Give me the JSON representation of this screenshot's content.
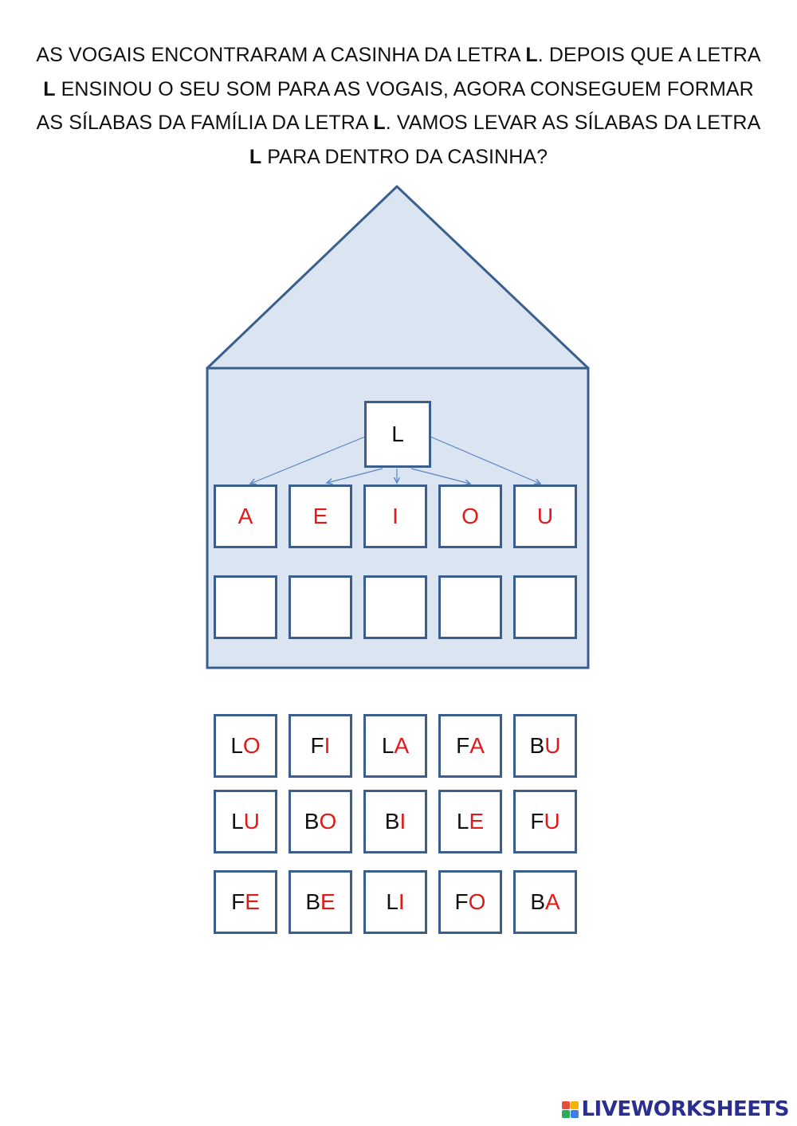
{
  "instructions": {
    "p1": "AS VOGAIS ENCONTRARAM A CASINHA DA LETRA ",
    "b1": "L",
    "p2": ". DEPOIS QUE A LETRA ",
    "b2": "L",
    "p3": " ENSINOU O SEU SOM PARA AS VOGAIS, AGORA CONSEGUEM FORMAR AS SÍLABAS DA FAMÍLIA DA LETRA ",
    "b3": "L",
    "p4": ". VAMOS LEVAR AS SÍLABAS DA LETRA ",
    "b4": "L",
    "p5": "  PARA DENTRO DA CASINHA?"
  },
  "colors": {
    "house_fill": "#dbe5f1",
    "house_stroke": "#3a5f8f",
    "arrow": "#5b86c5",
    "vowel": "#e01919",
    "consonant": "#111111",
    "brand": "#2a2f8f"
  },
  "house": {
    "letter": "L",
    "vowels": [
      "A",
      "E",
      "I",
      "O",
      "U"
    ],
    "answer_slots": [
      "",
      "",
      "",
      "",
      ""
    ]
  },
  "tiles": [
    [
      {
        "c": "L",
        "v": "O"
      },
      {
        "c": "F",
        "v": "I"
      },
      {
        "c": "L",
        "v": "A"
      },
      {
        "c": "F",
        "v": "A"
      },
      {
        "c": "B",
        "v": "U"
      }
    ],
    [
      {
        "c": "L",
        "v": "U"
      },
      {
        "c": "B",
        "v": "O"
      },
      {
        "c": "B",
        "v": "I"
      },
      {
        "c": "L",
        "v": "E"
      },
      {
        "c": "F",
        "v": "U"
      }
    ],
    [
      {
        "c": "F",
        "v": "E"
      },
      {
        "c": "B",
        "v": "E"
      },
      {
        "c": "L",
        "v": "I"
      },
      {
        "c": "F",
        "v": "O"
      },
      {
        "c": "B",
        "v": "A"
      }
    ]
  ],
  "brand": {
    "text": "LIVEWORKSHEETS",
    "icon": "liveworksheets-logo-icon"
  }
}
